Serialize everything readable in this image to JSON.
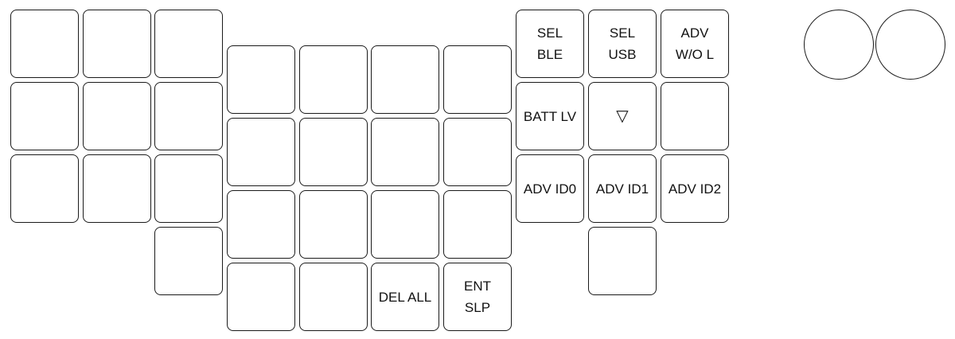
{
  "keys": {
    "sel_ble": {
      "line1": "SEL",
      "line2": "BLE"
    },
    "sel_usb": {
      "line1": "SEL",
      "line2": "USB"
    },
    "adv_wo_l": {
      "line1": "ADV",
      "line2": "W/O L"
    },
    "batt_lv": {
      "label": "BATT LV"
    },
    "triangle": {
      "glyph": "▽"
    },
    "adv_id0": {
      "label": "ADV ID0"
    },
    "adv_id1": {
      "label": "ADV ID1"
    },
    "adv_id2": {
      "label": "ADV ID2"
    },
    "del_all": {
      "label": "DEL ALL"
    },
    "ent_slp": {
      "line1": "ENT",
      "line2": "SLP"
    }
  },
  "colors": {
    "stroke": "#1a1a1a",
    "background": "#ffffff",
    "text": "#111111"
  }
}
